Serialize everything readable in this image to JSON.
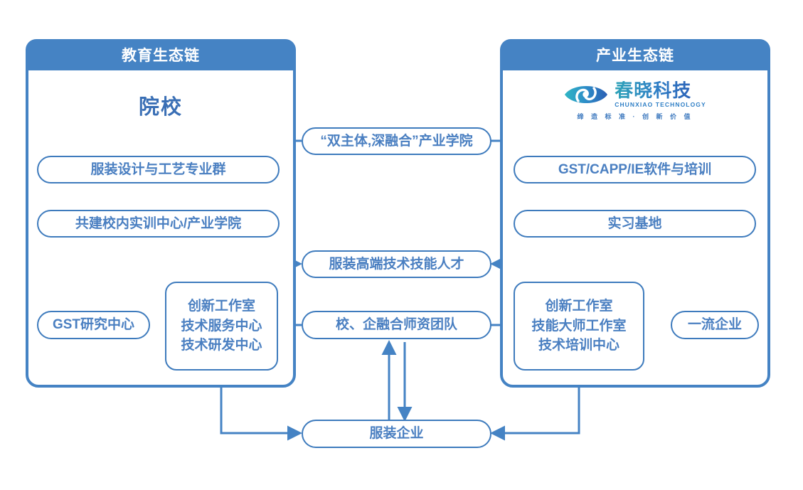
{
  "diagram": {
    "title_left": "教育生态链",
    "title_right": "产业生态链"
  },
  "left_panel": {
    "header": "教育生态链",
    "section_title": "院校",
    "nodes": {
      "major_group": "服装设计与工艺专业群",
      "training_center": "共建校内实训中心/产业学院",
      "gst_research": "GST研究中心",
      "studio_line1": "创新工作室",
      "studio_line2": "技术服务中心",
      "studio_line3": "技术研发中心"
    }
  },
  "right_panel": {
    "header": "产业生态链",
    "logo": {
      "name_cn": "春晓科技",
      "name_en": "CHUNXIAO TECHNOLOGY",
      "tagline": "缔 造 标 准 · 创 新 价 值",
      "mark": "chunxiao-eye-logo-icon"
    },
    "nodes": {
      "software_training": "GST/CAPP/IE软件与培训",
      "internship_base": "实习基地",
      "top_enterprise": "一流企业",
      "studio_line1": "创新工作室",
      "studio_line2": "技能大师工作室",
      "studio_line3": "技术培训中心"
    }
  },
  "center_nodes": {
    "industry_college": "“双主体,深融合”产业学院",
    "talent": "服装高端技术技能人才",
    "faculty_team": "校、企融合师资团队",
    "apparel_enterprise": "服装企业"
  },
  "colors": {
    "panel_border": "#4583C4",
    "header_fill": "#4583C4",
    "header_text": "#FFFFFF",
    "node_border": "#3E7BBD",
    "node_text": "#4A7FC1",
    "section_title": "#3A6FB5",
    "edge": "#4583C4",
    "background": "#FFFFFF"
  }
}
